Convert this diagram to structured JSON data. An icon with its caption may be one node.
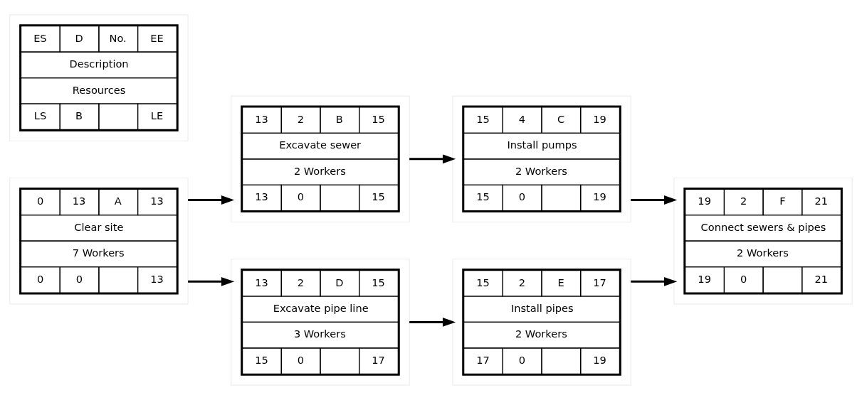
{
  "diagram": {
    "nodes": [
      {
        "text": [
          "0",
          "13",
          "A",
          "13",
          "Clear site",
          "7 Workers",
          "0",
          "0",
          "13"
        ]
      },
      {
        "text": [
          "13",
          "2",
          "B",
          "15",
          "Excavate sewer",
          "2 Workers",
          "13",
          "0",
          "15"
        ]
      },
      {
        "text": [
          "13",
          "2",
          "D",
          "15",
          "Excavate pipe line",
          "3 Workers",
          "15",
          "0",
          "17"
        ]
      },
      {
        "text": [
          "15",
          "4",
          "C",
          "19",
          "Install pumps",
          "2 Workers",
          "15",
          "0",
          "19"
        ]
      },
      {
        "text": [
          "15",
          "2",
          "E",
          "17",
          "Install pipes",
          "2 Workers",
          "17",
          "0",
          "19"
        ]
      },
      {
        "text": [
          "19",
          "2",
          "F",
          "21",
          "Connect sewers & pipes",
          "2 Workers",
          "19",
          "0",
          "21"
        ]
      },
      {
        "text": [
          "ES",
          "D",
          "No.",
          "EE",
          "Description",
          "Resources",
          "LS",
          "B",
          "LE"
        ]
      }
    ],
    "edges": [
      {
        "from": 0,
        "to": 1,
        "arrow": "to"
      },
      {
        "from": 0,
        "to": 2,
        "arrow": "to"
      },
      {
        "from": 1,
        "to": 3,
        "arrow": "to"
      },
      {
        "from": 2,
        "to": 4,
        "arrow": "to"
      },
      {
        "from": 3,
        "to": 5,
        "arrow": "to"
      },
      {
        "from": 4,
        "to": 5,
        "arrow": "to"
      }
    ]
  }
}
